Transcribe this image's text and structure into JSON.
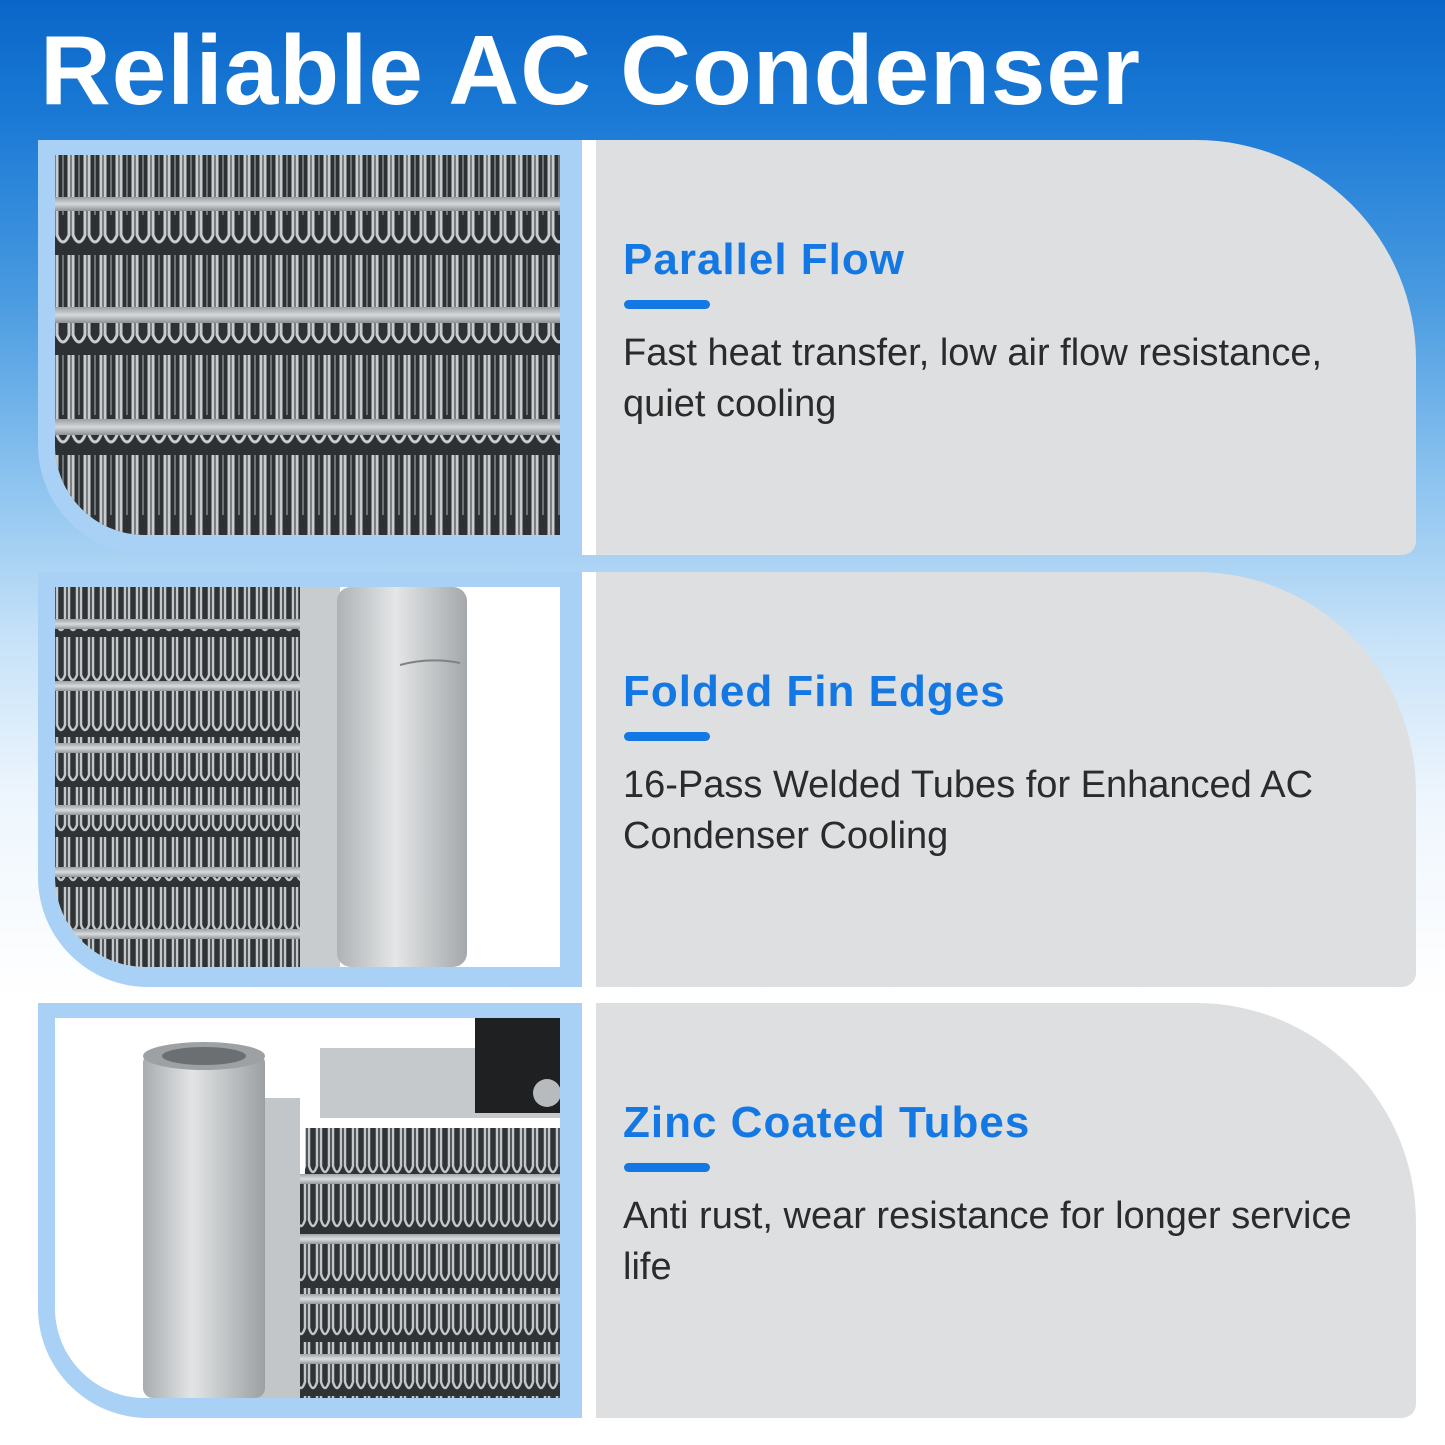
{
  "headline": "Reliable AC Condenser",
  "colors": {
    "accent_blue": "#1478e4",
    "panel_gray": "#dedfe1",
    "frame_blue": "#a9d0f5",
    "header_blue": "#0a66c8"
  },
  "features": [
    {
      "title": "Parallel Flow",
      "description": "Fast heat transfer, low air flow resistance, quiet cooling",
      "photo": "condenser-fin-closeup-image"
    },
    {
      "title": "Folded Fin Edges",
      "description": "16-Pass Welded Tubes for Enhanced AC Condenser Cooling",
      "photo": "condenser-side-tank-image"
    },
    {
      "title": "Zinc Coated Tubes",
      "description": "Anti rust, wear resistance for longer service life",
      "photo": "condenser-pipe-end-image"
    }
  ]
}
